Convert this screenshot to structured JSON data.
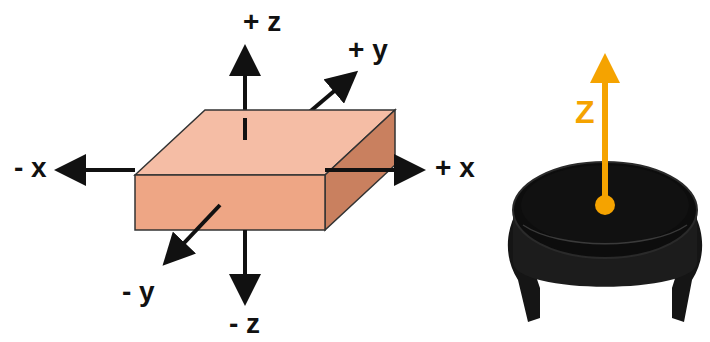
{
  "diagram": {
    "labels": [
      "+ z",
      "+ y",
      "- x",
      "+ x",
      "- y",
      "- z",
      "Z"
    ]
  }
}
